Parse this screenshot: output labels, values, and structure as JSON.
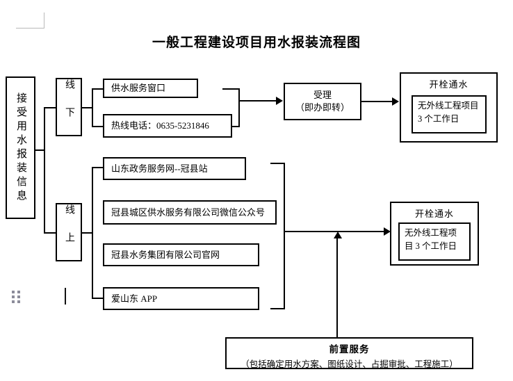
{
  "document": {
    "title": "一般工程建设项目用水报装流程图"
  },
  "nodes": {
    "intake": {
      "label": "接受用水报装信息"
    },
    "offline_channel": {
      "label": "线下"
    },
    "online_channel": {
      "label": "线上"
    },
    "offline_items": [
      {
        "label": "供水服务窗口"
      },
      {
        "label": "热线电话：0635-5231846"
      }
    ],
    "online_items": [
      {
        "label": "山东政务服务网--冠县站"
      },
      {
        "label": "冠县城区供水服务有限公司微信公众号"
      },
      {
        "label": "冠县水务集团有限公司官网"
      },
      {
        "label": "爱山东 APP"
      }
    ],
    "accept": {
      "line1": "受理",
      "line2": "（即办即转）"
    },
    "open_valve_top": {
      "title": "开栓通水",
      "detail_line1": "无外线工程项目",
      "detail_line2": "3 个工作日"
    },
    "open_valve_bottom": {
      "title": "开栓通水",
      "detail_line1": "无外线工程项",
      "detail_line2": "目 3 个工作日"
    },
    "pre_service": {
      "title": "前置服务",
      "subtitle": "（包括确定用水方案、图纸设计、占掘审批、工程施工）"
    }
  },
  "ui": {
    "drag_handle": "drag-handle-icon",
    "margin_guide": "page-margin-guide",
    "text_caret": "text-caret"
  },
  "colors": {
    "stroke": "#000000",
    "background": "#ffffff",
    "guide": "#b9b9b9",
    "handle": "#8c8c9a"
  }
}
